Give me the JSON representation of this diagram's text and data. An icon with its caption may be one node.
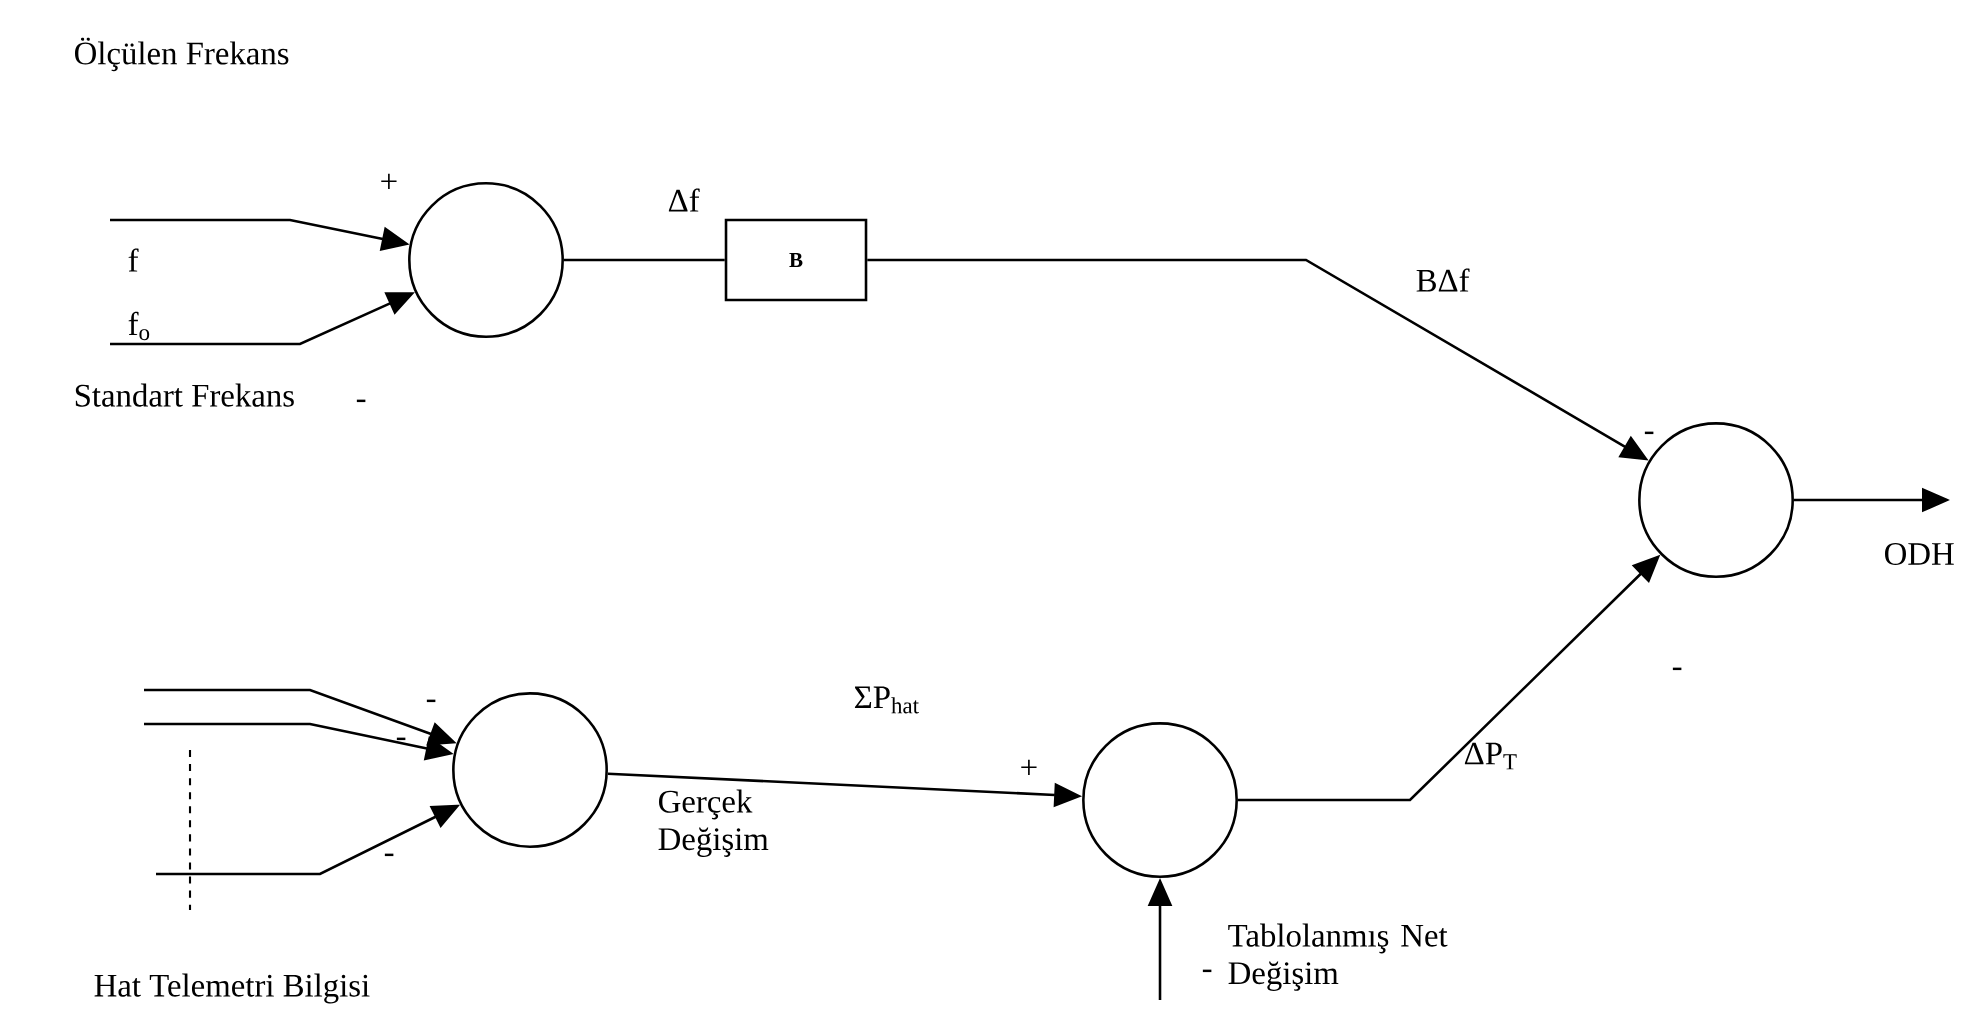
{
  "diagram": {
    "nodes": [
      {
        "text": [],
        "shape": "circle"
      },
      {
        "text": [
          "B"
        ]
      },
      {
        "text": [],
        "shape": "circle"
      },
      {
        "text": [],
        "shape": "circle"
      },
      {
        "text": [],
        "shape": "circle"
      }
    ],
    "edges": [
      {
        "from": null,
        "to": 0,
        "arrow": "to",
        "label": "f"
      },
      {
        "from": null,
        "to": 0,
        "arrow": "to",
        "label": "f$_{o}$"
      },
      {
        "from": 0,
        "to": 1,
        "arrow": "none",
        "label": "Δf"
      },
      {
        "from": 1,
        "to": 2,
        "arrow": "to",
        "label": "BΔf"
      },
      {
        "from": null,
        "to": 3,
        "arrow": "to"
      },
      {
        "from": null,
        "to": 3,
        "arrow": "to"
      },
      {
        "from": null,
        "to": 3,
        "arrow": "to"
      },
      {
        "from": 3,
        "to": 4,
        "arrow": "to",
        "label": "ΣP$_{hat}$"
      },
      {
        "from": null,
        "to": 4,
        "arrow": "to"
      },
      {
        "from": 4,
        "to": 2,
        "arrow": "to",
        "label": "ΔP$_{T}$"
      },
      {
        "from": 2,
        "to": null,
        "arrow": "to",
        "label": "ODH"
      }
    ],
    "labels": [
      "Ölçülen Frekans",
      "+",
      "-",
      "Standart Frekans",
      "-",
      "-",
      "-",
      "-",
      "-",
      "Hat Telemetri Bilgisi",
      "Gerçek Değişim",
      "+",
      "-",
      "Tablolanmış Net Değişim"
    ]
  }
}
